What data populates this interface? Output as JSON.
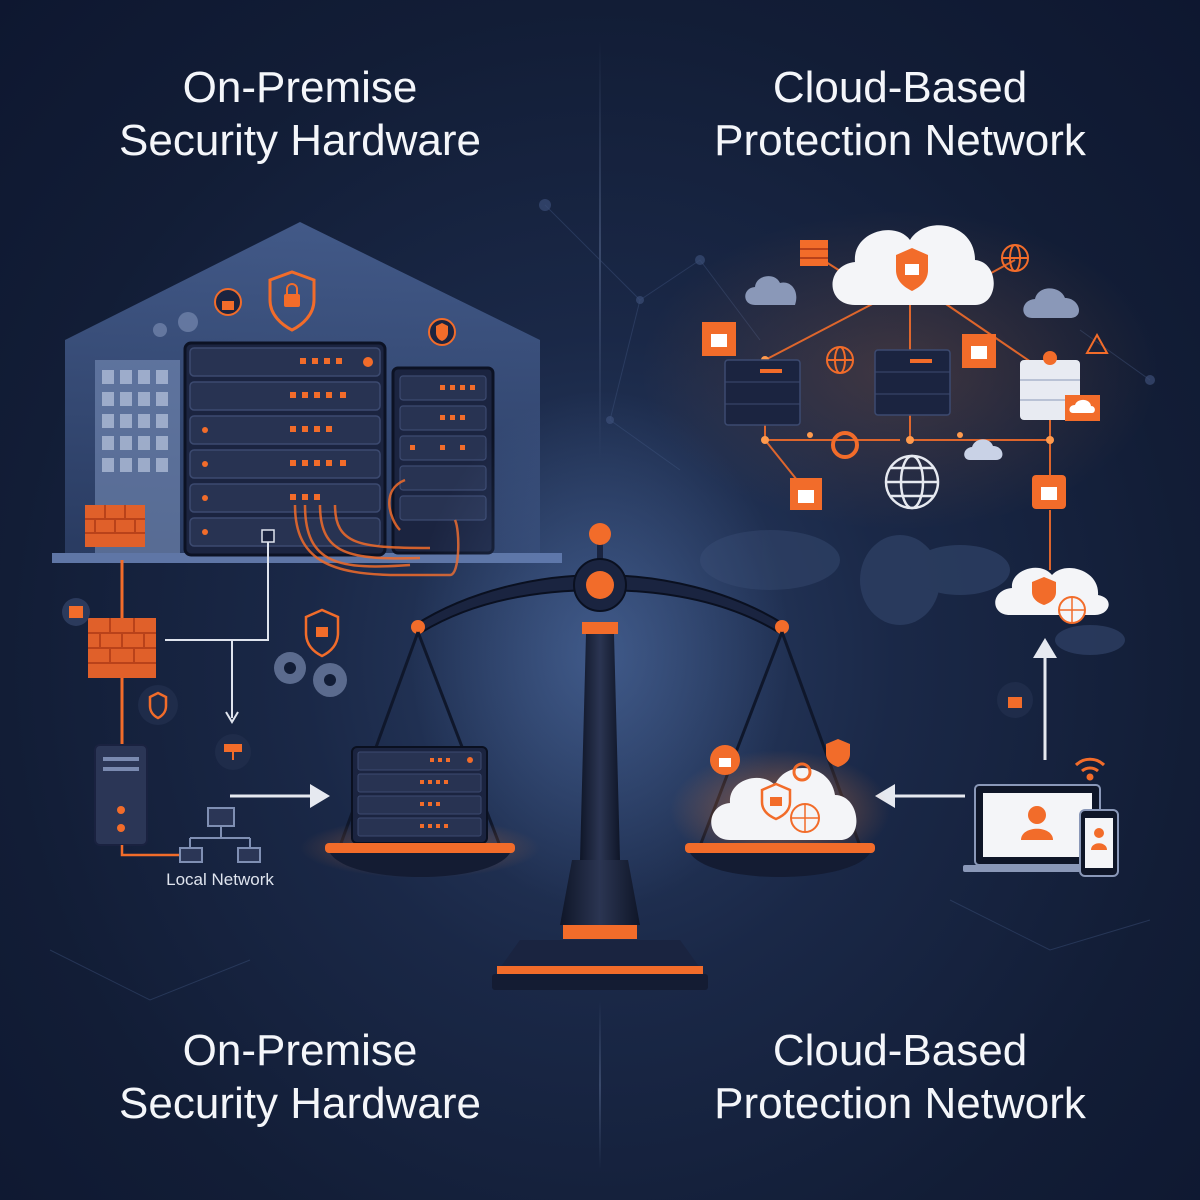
{
  "titles": {
    "left_top": [
      "On-Premise",
      "Security Hardware"
    ],
    "right_top": [
      "Cloud-Based",
      "Protection Network"
    ],
    "left_bottom": [
      "On-Premise",
      "Security Hardware"
    ],
    "right_bottom": [
      "Cloud-Based",
      "Protection Network"
    ]
  },
  "labels": {
    "local_network": "Local Network"
  },
  "colors": {
    "background": "#121d36",
    "accent": "#f26c2a",
    "rack": "#1f2a44",
    "building": "#3d5582",
    "cloud": "#f4f5f8"
  },
  "icons": [
    "shield-lock-icon",
    "padlock-icon",
    "gear-icon",
    "globe-icon",
    "cloud-icon",
    "firewall-icon",
    "server-rack-icon",
    "laptop-icon",
    "phone-icon",
    "wifi-icon",
    "scale-icon",
    "world-map-icon"
  ]
}
